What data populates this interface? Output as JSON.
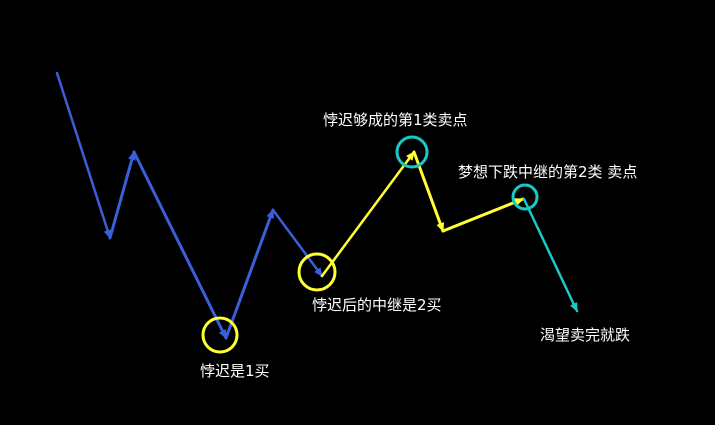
{
  "colors": {
    "background": "#000000",
    "blue": "#3a5fd9",
    "yellow": "#ffff33",
    "cyan": "#19c8c8",
    "text": "#ffffff"
  },
  "labels": {
    "buy1": "悖迟是1买",
    "buy2": "悖迟后的中继是2买",
    "sell1": "悖迟够成的第1类卖点",
    "sell2": "梦想下跌中继的第2类 卖点",
    "crash": "渴望卖完就跌"
  }
}
